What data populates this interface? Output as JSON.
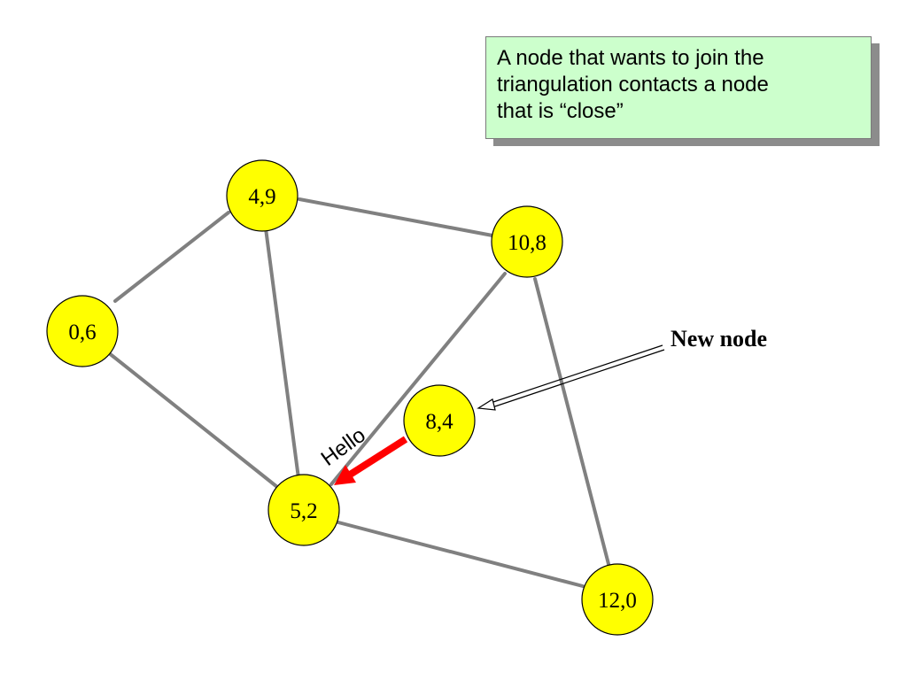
{
  "callout": {
    "lines": [
      "A node that wants to join the",
      "triangulation contacts a node",
      "that is “close”"
    ],
    "background_color": "#ccffcc"
  },
  "nodes": [
    {
      "id": "n49",
      "label": "4,9"
    },
    {
      "id": "n108",
      "label": "10,8"
    },
    {
      "id": "n06",
      "label": "0,6"
    },
    {
      "id": "n84",
      "label": "8,4"
    },
    {
      "id": "n52",
      "label": "5,2"
    },
    {
      "id": "n120",
      "label": "12,0"
    }
  ],
  "edges": [
    {
      "from": "4,9",
      "to": "10,8"
    },
    {
      "from": "4,9",
      "to": "0,6"
    },
    {
      "from": "4,9",
      "to": "5,2"
    },
    {
      "from": "0,6",
      "to": "5,2"
    },
    {
      "from": "10,8",
      "to": "5,2"
    },
    {
      "from": "10,8",
      "to": "12,0"
    },
    {
      "from": "5,2",
      "to": "12,0"
    }
  ],
  "annotations": {
    "new_node": "New node",
    "message": "Hello"
  },
  "colors": {
    "node_fill": "#ffff00",
    "edge": "#808080",
    "message_arrow": "#ff0000"
  }
}
